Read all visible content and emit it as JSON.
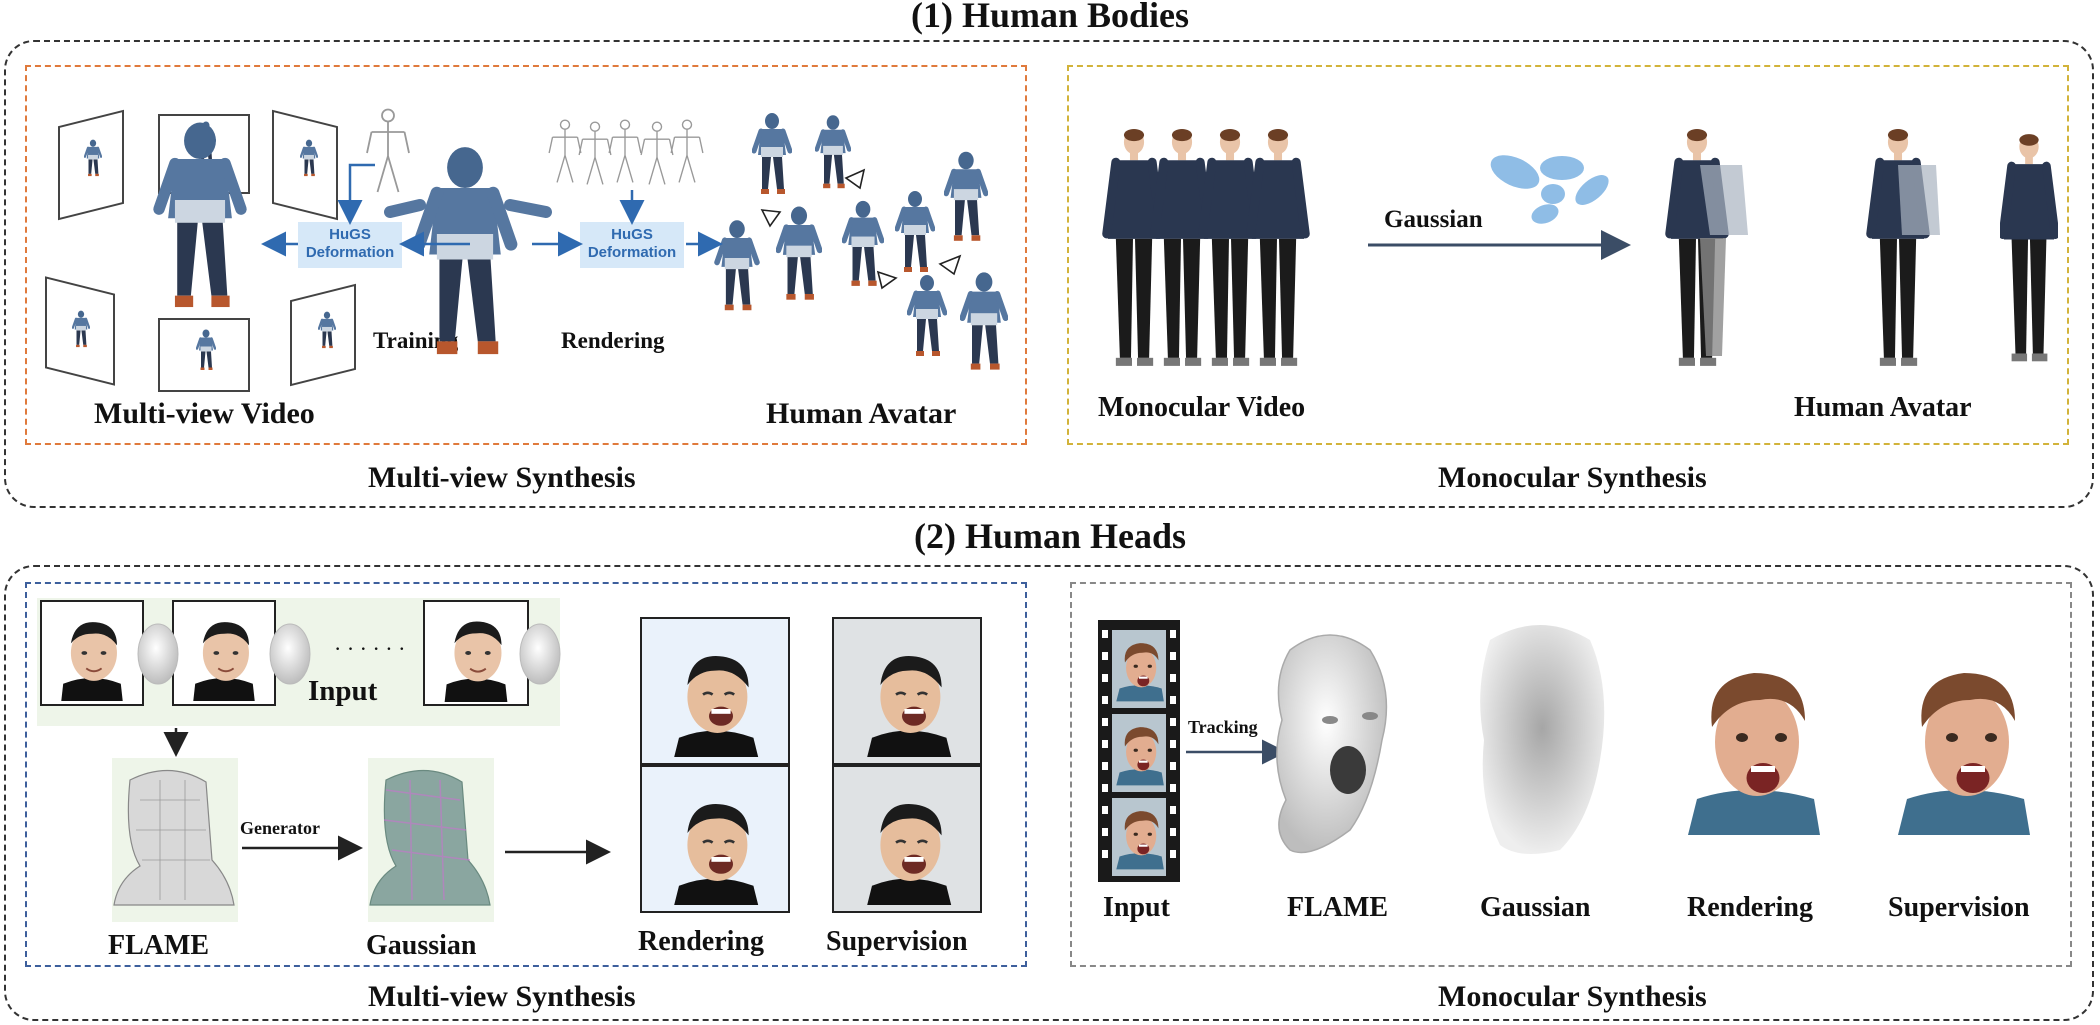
{
  "bodies": {
    "title": "(1) Human Bodies",
    "multiview": {
      "caption": "Multi-view Synthesis",
      "video_label": "Multi-view Video",
      "training_label": "Training",
      "rendering_label": "Rendering",
      "deform_label_1": "HuGS Deformation",
      "deform_label_2": "HuGS Deformation",
      "avatar_label": "Human Avatar"
    },
    "monocular": {
      "caption": "Monocular Synthesis",
      "video_label": "Monocular Video",
      "gaussian_label": "Gaussian",
      "avatar_label": "Human Avatar"
    }
  },
  "heads": {
    "title": "(2) Human Heads",
    "multiview": {
      "caption": "Multi-view Synthesis",
      "input_label": "Input",
      "dots": "· · · · · ·",
      "generator_label": "Generator",
      "flame_label": "FLAME",
      "gaussian_label": "Gaussian",
      "rendering_label": "Rendering",
      "supervision_label": "Supervision"
    },
    "monocular": {
      "caption": "Monocular Synthesis",
      "input_label": "Input",
      "tracking_label": "Tracking",
      "flame_label": "FLAME",
      "gaussian_label": "Gaussian",
      "rendering_label": "Rendering",
      "supervision_label": "Supervision"
    }
  },
  "colors": {
    "bodies_multiview_border": "#e07a3c",
    "bodies_monocular_border": "#d2b33a",
    "heads_multiview_border": "#3d5f9c",
    "heads_monocular_border": "#888888",
    "arrow_blue": "#2f6ab0",
    "hoodie_blue": "#46678f",
    "shirt_navy": "#2a3750",
    "skin": "#e9c4a8",
    "gaussian_blob": "#8fbde6"
  }
}
